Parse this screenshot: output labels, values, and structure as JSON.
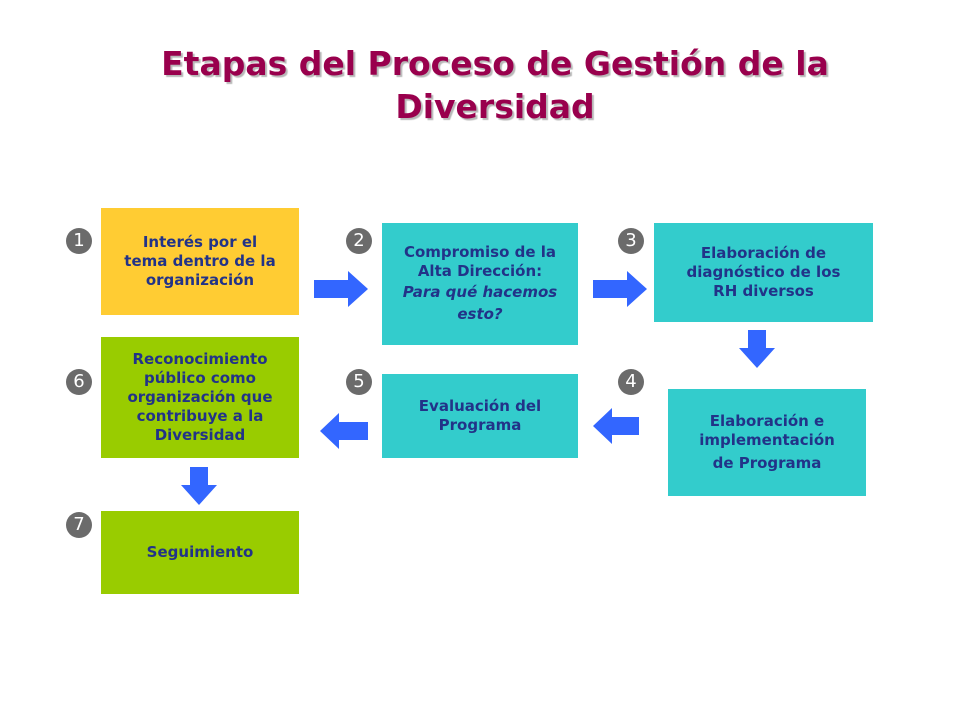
{
  "title": {
    "line1": "Etapas del Proceso de Gestión de la",
    "line2": "Diversidad"
  },
  "steps": [
    {
      "number": "1",
      "lines": [
        "Interés por el",
        "tema dentro de la",
        "organización"
      ]
    },
    {
      "number": "2",
      "lines": [
        "Compromiso de la",
        "Alta Dirección:"
      ],
      "italic_lines": [
        "Para qué hacemos",
        "esto?"
      ]
    },
    {
      "number": "3",
      "lines": [
        "Elaboración de",
        "diagnóstico de los",
        "RH diversos"
      ]
    },
    {
      "number": "4",
      "lines": [
        "Elaboración e",
        "implementación",
        "de Programa"
      ]
    },
    {
      "number": "5",
      "lines": [
        "Evaluación del",
        "Programa"
      ]
    },
    {
      "number": "6",
      "lines": [
        "Reconocimiento",
        "público como",
        "organización que",
        "contribuye a la",
        "Diversidad"
      ]
    },
    {
      "number": "7",
      "lines": [
        "Seguimiento"
      ]
    }
  ],
  "colors": {
    "title": "#99004d",
    "step_yellow": "#ffcc33",
    "step_teal": "#33cccc",
    "step_green": "#99cc00",
    "step_text": "#223388",
    "arrow": "#3366ff",
    "badge": "#6b6b6b"
  }
}
